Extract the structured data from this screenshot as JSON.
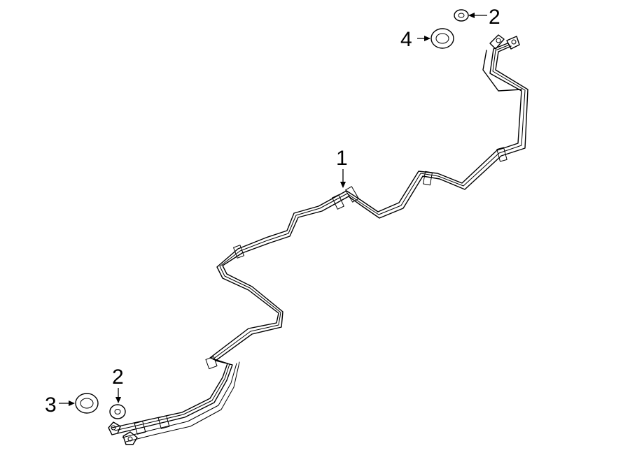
{
  "callouts": {
    "part1": "1",
    "part2_top": "2",
    "part2_bottom": "2",
    "part3": "3",
    "part4": "4"
  },
  "colors": {
    "ink": "#000000",
    "background": "#ffffff"
  }
}
